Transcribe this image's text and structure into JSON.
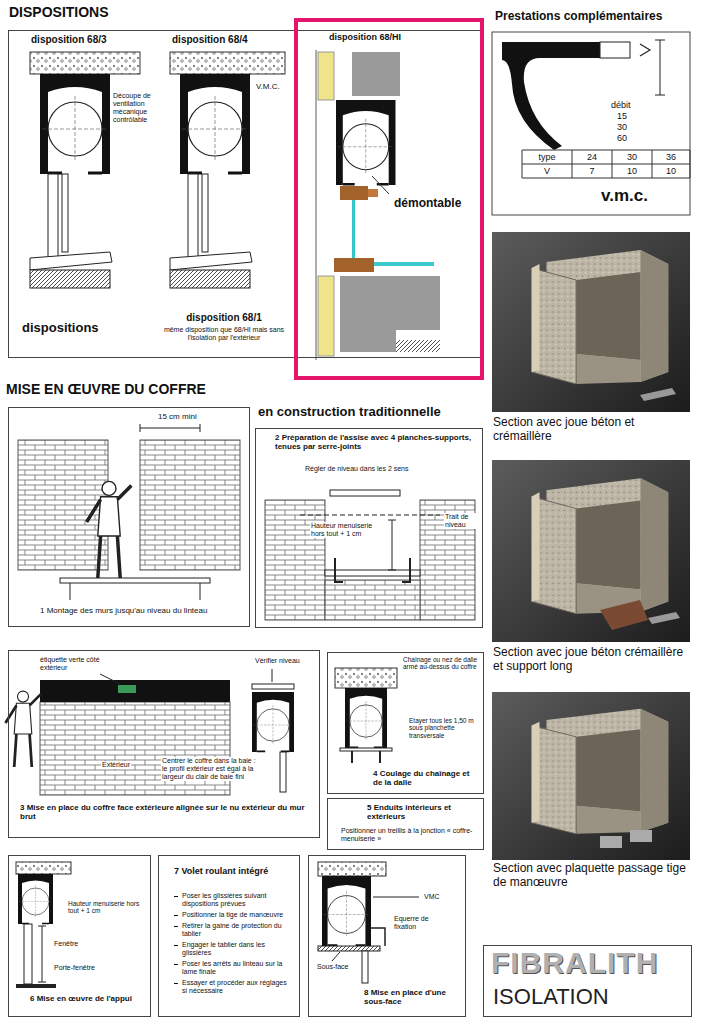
{
  "diagram": {
    "title": "DISPOSITIONS",
    "nodes": [
      {
        "text": [
          "dispositions"
        ]
      },
      {
        "text": [
          "disposition 68/3",
          "Découpe de ventilation mécanique contrôlable"
        ],
        "in": 0
      },
      {
        "text": [
          "disposition 68/4",
          "V.M.C."
        ],
        "in": 0
      },
      {
        "text": [
          "disposition 68/1",
          "même disposition que 68/HI mais sans l'isolation par l'extérieur"
        ],
        "in": 0
      },
      {
        "text": [
          "disposition 68/HI",
          "démontable"
        ]
      },
      {
        "text": [
          "Prestations complémentaires",
          "v.m.c."
        ]
      },
      {
        "text": [
          "Section avec joue béton et crémaillère"
        ]
      },
      {
        "text": [
          "Section avec joue béton crémaillère et support long"
        ]
      },
      {
        "text": [
          "Section avec plaquette passage tige de manœuvre"
        ]
      },
      {
        "text": [
          "1 Montage des murs jusqu'au niveau du linteau",
          "15 cm mini"
        ]
      },
      {
        "text": [
          "2 Préparation de l'assise avec 4 planches-supports, tenues par serre-joints",
          "Régler de niveau dans les 2 sens",
          "Hauteur menuiserie hors tout + 1 cm",
          "Trait de niveau"
        ]
      },
      {
        "text": [
          "3 Mise en place du coffre face extérieure alignée sur le nu extérieur du mur brut",
          "étiquette verte côté extérieur",
          "Centrer le coffre dans la baie : le profil extérieur est égal à la largeur du clair de baie fini",
          "Extérieur",
          "Vérifier niveau"
        ]
      },
      {
        "text": [
          "4 Coulage du chaînage et de la dalle",
          "Chaînage ou nez de dalle armé au-dessus du coffre",
          "Etayer tous les 1,50 m sous planchette transversale"
        ]
      },
      {
        "text": [
          "5 Enduits intérieurs et extérieurs",
          "Positionner un treillis à la jonction « coffre-menuiserie »"
        ]
      },
      {
        "text": [
          "6 Mise en œuvre de l'appui",
          "Hauteur menuiserie hors tout + 1 cm",
          "Fenêtre",
          "Porte-fenêtre"
        ]
      },
      {
        "text": [
          "7 Volet roulant intégré",
          "Poser les glissières suivant dispositions prévues",
          "Positionner la tige de manœuvre",
          "Retirer la gaine de protection du tablier",
          "Engager le tablier dans les glissières",
          "Poser les arrêts au linteau sur la lame finale",
          "Essayer et procéder aux réglages si nécessaire"
        ]
      },
      {
        "text": [
          "8 Mise en place d'une sous-face",
          "VMC",
          "Equerre de fixation",
          "Sous-face"
        ]
      },
      {
        "text": [
          "FIBRALITH",
          "ISOLATION"
        ]
      }
    ],
    "labels": [
      "MISE EN ŒUVRE DU COFFRE",
      "en construction traditionnelle",
      "débit",
      "15",
      "30",
      "60",
      "type",
      "24",
      "30",
      "36",
      "V",
      "7",
      "10",
      "10"
    ]
  }
}
